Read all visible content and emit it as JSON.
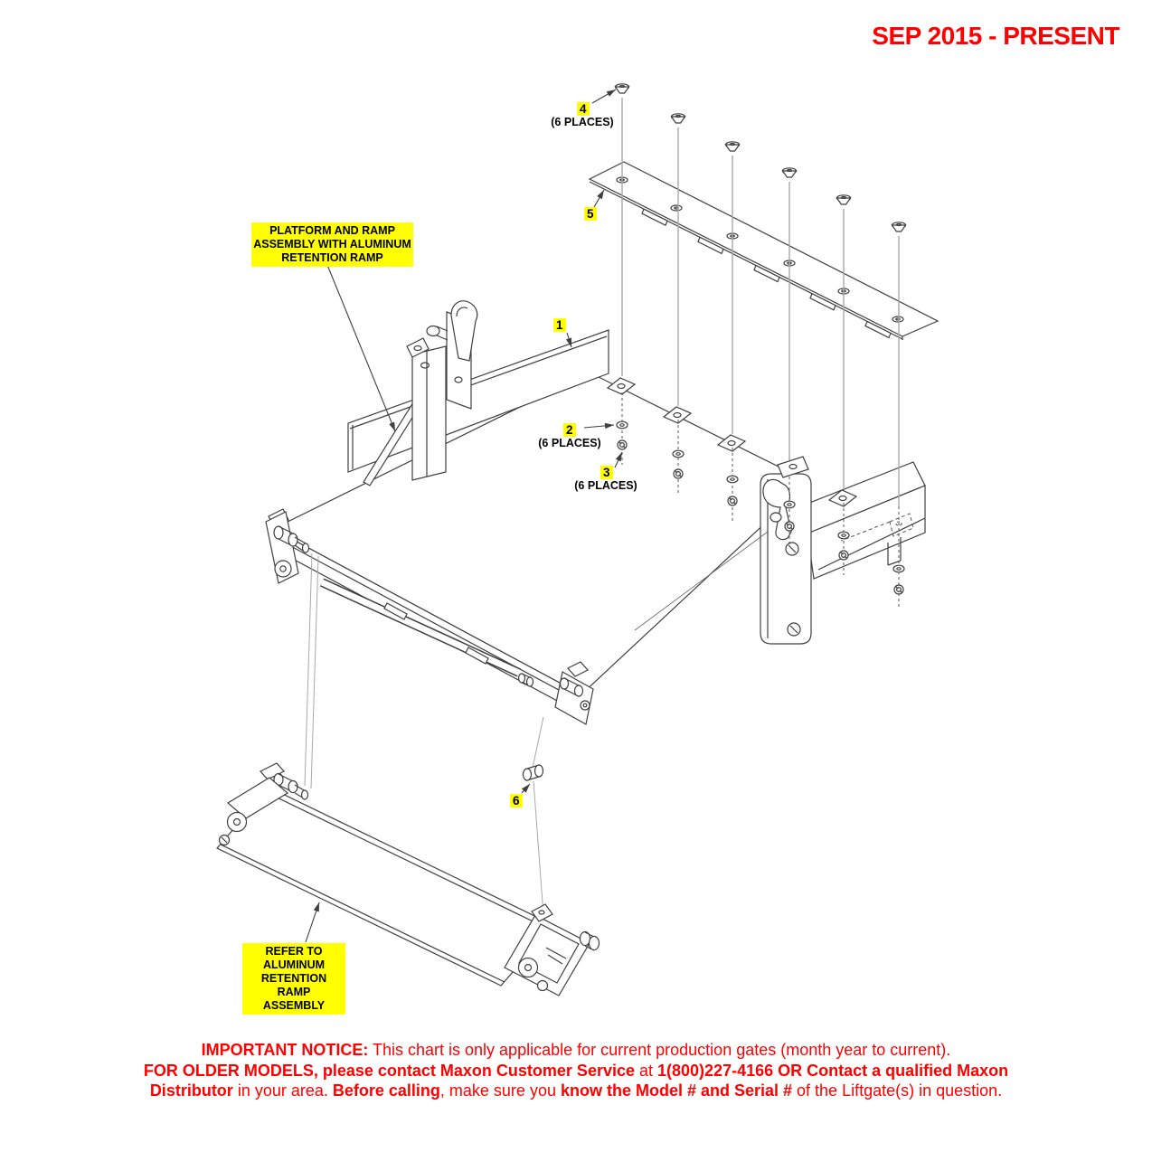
{
  "page": {
    "background": "#ffffff"
  },
  "header": {
    "title": "SEP 2015 - PRESENT",
    "color": "#ff0000"
  },
  "diagram": {
    "highlight_color": "#ffff00",
    "labels": {
      "platform": {
        "lines": [
          "PLATFORM AND RAMP",
          "ASSEMBLY WITH ALUMINUM",
          "RETENTION RAMP"
        ]
      },
      "ramp": {
        "lines": [
          "REFER TO",
          "ALUMINUM",
          "RETENTION RAMP",
          "ASSEMBLY"
        ]
      }
    },
    "callouts": {
      "c1": {
        "num": "1",
        "note": ""
      },
      "c2": {
        "num": "2",
        "note": "(6 PLACES)"
      },
      "c3": {
        "num": "3",
        "note": "(6 PLACES)"
      },
      "c4": {
        "num": "4",
        "note": "(6 PLACES)"
      },
      "c5": {
        "num": "5",
        "note": ""
      },
      "c6": {
        "num": "6",
        "note": ""
      }
    }
  },
  "notice": {
    "color": "#ff0000",
    "lines": [
      [
        {
          "t": "IMPORTANT NOTICE:",
          "b": true
        },
        {
          "t": " This chart is only applicable for current production gates (month year to current).",
          "b": false
        }
      ],
      [
        {
          "t": "FOR OLDER MODELS, please contact Maxon Customer Service",
          "b": true
        },
        {
          "t": " at ",
          "b": false
        },
        {
          "t": "1(800)227-4166 OR Contact a qualified Maxon",
          "b": true
        }
      ],
      [
        {
          "t": "Distributor",
          "b": true
        },
        {
          "t": " in your area. ",
          "b": false
        },
        {
          "t": "Before calling",
          "b": true
        },
        {
          "t": ", make sure you ",
          "b": false
        },
        {
          "t": "know the Model # and Serial #",
          "b": true
        },
        {
          "t": " of the Liftgate(s) in question.",
          "b": false
        }
      ]
    ]
  }
}
